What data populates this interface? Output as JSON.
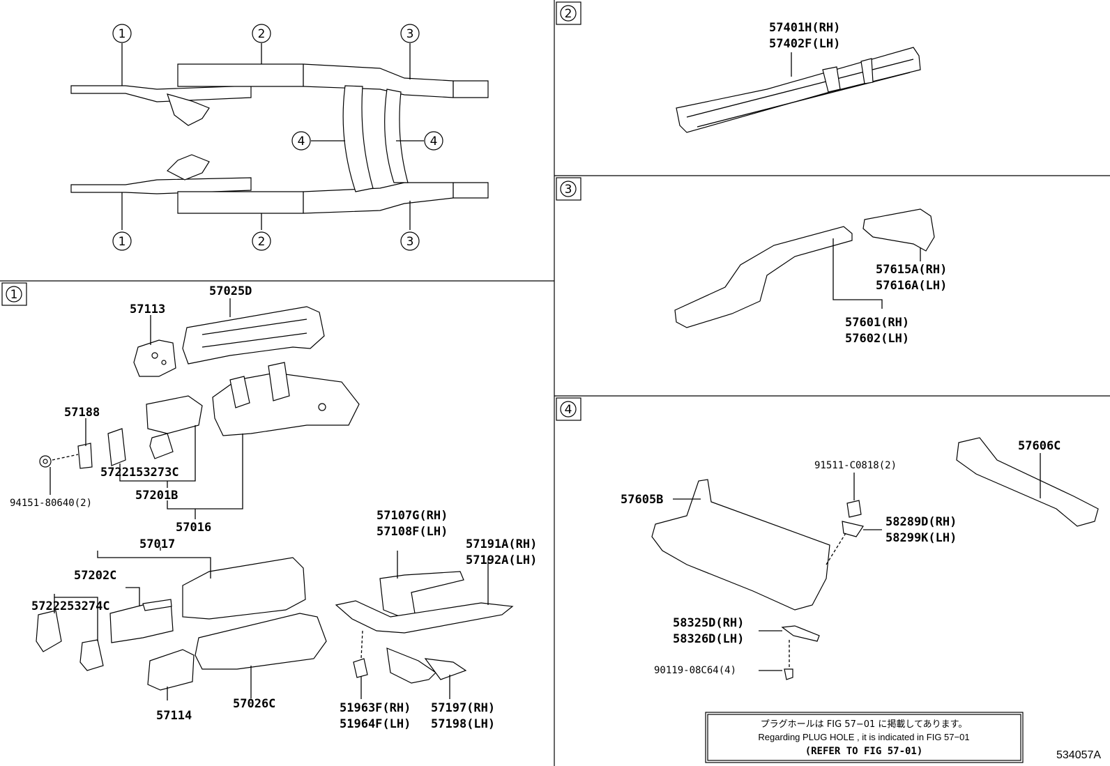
{
  "overview": {
    "callouts": [
      "1",
      "2",
      "3",
      "4"
    ]
  },
  "sections": {
    "s1": {
      "badge": "1",
      "parts": {
        "p57025D": "57025D",
        "p57113": "57113",
        "p57188": "57188",
        "p94151": "94151-80640(2)",
        "p5722153273C": "5722153273C",
        "p57201B": "57201B",
        "p57016": "57016",
        "p57017": "57017",
        "p57202C": "57202C",
        "p5722253274C": "5722253274C",
        "p57114": "57114",
        "p57026C": "57026C",
        "p57107G": "57107G(RH)",
        "p57108F": "57108F(LH)",
        "p57191A": "57191A(RH)",
        "p57192A": "57192A(LH)",
        "p51963F": "51963F(RH)",
        "p51964F": "51964F(LH)",
        "p57197": "57197(RH)",
        "p57198": "57198(LH)"
      }
    },
    "s2": {
      "badge": "2",
      "parts": {
        "p57401H": "57401H(RH)",
        "p57402F": "57402F(LH)"
      }
    },
    "s3": {
      "badge": "3",
      "parts": {
        "p57615A": "57615A(RH)",
        "p57616A": "57616A(LH)",
        "p57601": "57601(RH)",
        "p57602": "57602(LH)"
      }
    },
    "s4": {
      "badge": "4",
      "parts": {
        "p57606C": "57606C",
        "p91511": "91511-C0818(2)",
        "p57605B": "57605B",
        "p58289D": "58289D(RH)",
        "p58299K": "58299K(LH)",
        "p58325D": "58325D(RH)",
        "p58326D": "58326D(LH)",
        "p90119": "90119-08C64(4)"
      }
    }
  },
  "note": {
    "jp": "プラグホールは FIG 57−01 に掲載してあります。",
    "en": "Regarding PLUG HOLE , it is indicated in FIG 57−01",
    "ref": "(REFER TO FIG 57-01)"
  },
  "figure_code": "534057A"
}
